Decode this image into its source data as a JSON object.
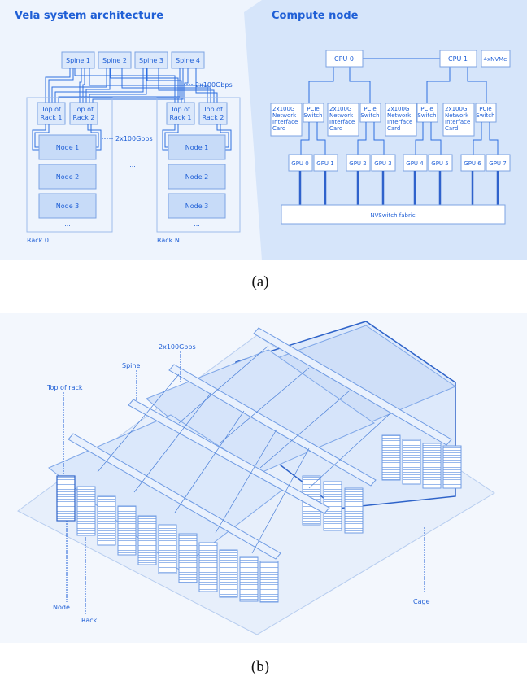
{
  "panel_a": {
    "left_title": "Vela system architecture",
    "right_title": "Compute node",
    "spines": [
      "Spine 1",
      "Spine 2",
      "Spine 3",
      "Spine 4"
    ],
    "link_label_top": "2x100Gbps",
    "link_label_rack": "2x100Gbps",
    "tor_left": [
      "Top of",
      "Rack 1"
    ],
    "tor_right": [
      "Top of",
      "Rack 2"
    ],
    "nodes": [
      "Node 1",
      "Node 2",
      "Node 3"
    ],
    "ellipsis": "...",
    "rack0_label": "Rack 0",
    "rackN_label": "Rack N",
    "cpu0": "CPU 0",
    "cpu1": "CPU 1",
    "nvme": "4xNVMe",
    "nic_lines": [
      "2x100G",
      "Network",
      "Interface",
      "Card"
    ],
    "pcie_lines": [
      "PCIe",
      "Switch"
    ],
    "gpus": [
      "GPU 0",
      "GPU 1",
      "GPU 2",
      "GPU 3",
      "GPU 4",
      "GPU 5",
      "GPU 6",
      "GPU 7"
    ],
    "nvswitch": "NVSwitch fabric",
    "caption": "(a)"
  },
  "panel_b": {
    "label_link": "2x100Gbps",
    "label_spine": "Spine",
    "label_tor": "Top of rack",
    "label_node": "Node",
    "label_rack": "Rack",
    "label_cage": "Cage",
    "caption": "(b)"
  },
  "colors": {
    "accent": "#1f5fd6",
    "box_fill": "#dbe8fb",
    "panel_fill": "#d6e5fa"
  }
}
